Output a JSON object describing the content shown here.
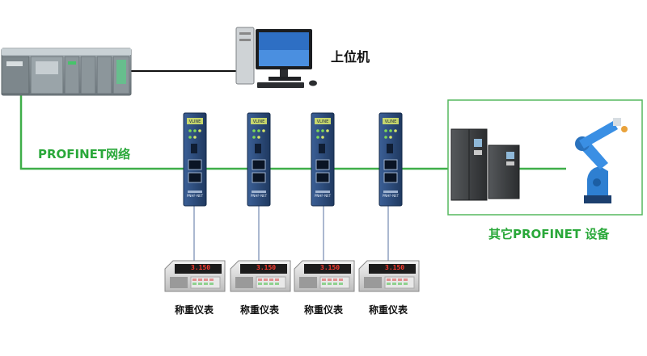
{
  "labels": {
    "host_pc": "上位机",
    "network": "PROFINET网络",
    "other_devices": "其它PROFINET 设备"
  },
  "gateways": [
    {
      "brand": "VLINE",
      "model": "PNHF-NET"
    },
    {
      "brand": "VLINE",
      "model": "PNHF-NET"
    },
    {
      "brand": "VLINE",
      "model": "PNHF-NET"
    },
    {
      "brand": "VLINE",
      "model": "PNHF-NET"
    }
  ],
  "scales": [
    {
      "label": "称重仪表",
      "display": "3.150"
    },
    {
      "label": "称重仪表",
      "display": "3.150"
    },
    {
      "label": "称重仪表",
      "display": "3.150"
    },
    {
      "label": "称重仪表",
      "display": "3.150"
    }
  ],
  "colors": {
    "network_line": "#3fae49",
    "plc_body": "#8a9499",
    "gateway_body": "#2d4b7a",
    "robot": "#2e7fd1",
    "cabinet": "#3a3c3e",
    "label_green": "#2aa83a"
  }
}
